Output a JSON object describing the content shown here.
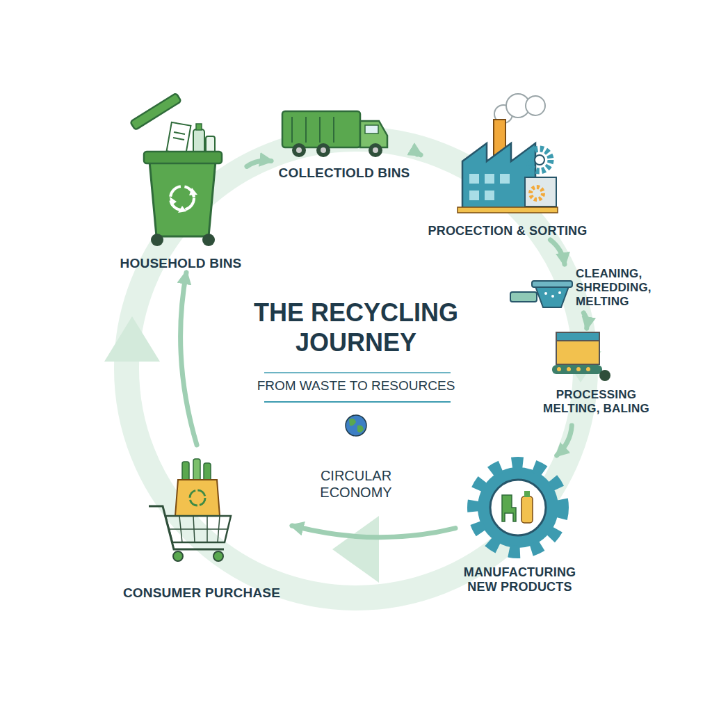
{
  "diagram": {
    "title": "THE RECYCLING JOURNEY",
    "nodes": [
      {
        "text": [
          "HOUSEHOLD BINS"
        ]
      },
      {
        "text": [
          "COLLECTIOLD BINS"
        ]
      },
      {
        "text": [
          "PROCECTION & SORTING"
        ]
      },
      {
        "text": [
          "CLEANING, SHREDDING, MELTING"
        ]
      },
      {
        "text": [
          "PROCESSING MELTING, BALING"
        ]
      },
      {
        "text": [
          "MANUFACTURING NEW PRODUCTS"
        ]
      },
      {
        "text": [
          "CONSUMER PURCHASE"
        ]
      }
    ],
    "edges": [
      {
        "from": 0,
        "to": 1,
        "arrow": "to"
      },
      {
        "from": 1,
        "to": 2,
        "arrow": "to"
      },
      {
        "from": 2,
        "to": 3,
        "arrow": "to"
      },
      {
        "from": 3,
        "to": 4,
        "arrow": "to"
      },
      {
        "from": 4,
        "to": 5,
        "arrow": "to"
      },
      {
        "from": 5,
        "to": 6,
        "arrow": "to"
      },
      {
        "from": 6,
        "to": 0,
        "arrow": "to"
      }
    ],
    "labels": [
      "FROM WASTE TO RESOURCES",
      "CIRCULAR ECONOMY"
    ]
  }
}
